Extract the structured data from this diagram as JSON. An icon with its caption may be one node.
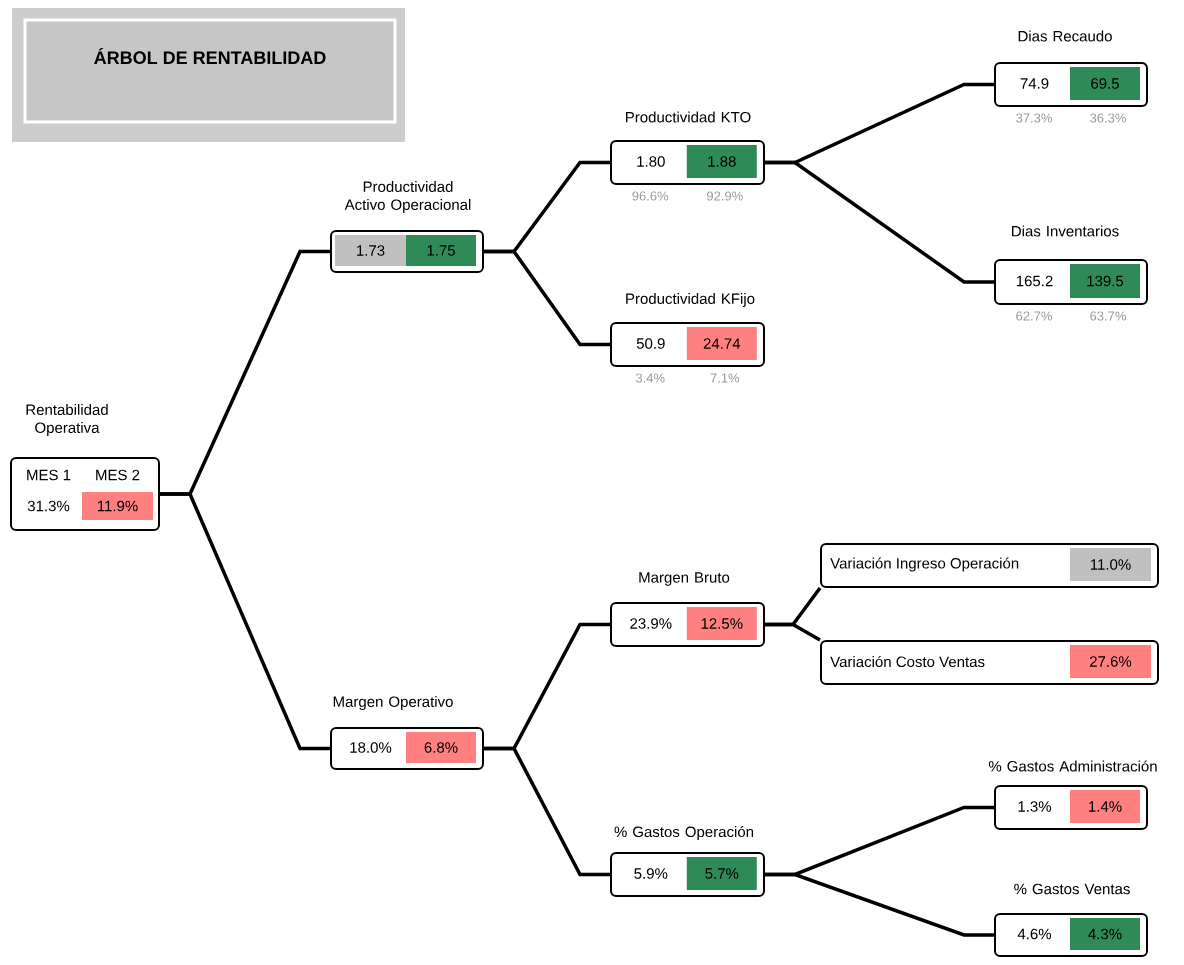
{
  "diagram": {
    "title": "ÁRBOL DE RENTABILIDAD",
    "nodes": [
      {
        "text": [
          "Rentabilidad Operativa",
          "MES 1",
          "MES 2",
          "31.3%",
          "11.9%"
        ]
      },
      {
        "text": [
          "Productividad Activo Operacional",
          "1.73",
          "1.75"
        ]
      },
      {
        "text": [
          "Margen Operativo",
          "18.0%",
          "6.8%"
        ]
      },
      {
        "text": [
          "Productividad KTO",
          "1.80",
          "1.88"
        ],
        "beside": [
          "96.6%",
          "92.9%"
        ]
      },
      {
        "text": [
          "Productividad KFijo",
          "50.9",
          "24.74"
        ],
        "beside": [
          "3.4%",
          "7.1%"
        ]
      },
      {
        "text": [
          "Margen Bruto",
          "23.9%",
          "12.5%"
        ]
      },
      {
        "text": [
          "% Gastos Operación",
          "5.9%",
          "5.7%"
        ]
      },
      {
        "text": [
          "Dias Recaudo",
          "74.9",
          "69.5"
        ],
        "beside": [
          "37.3%",
          "36.3%"
        ]
      },
      {
        "text": [
          "Dias Inventarios",
          "165.2",
          "139.5"
        ],
        "beside": [
          "62.7%",
          "63.7%"
        ]
      },
      {
        "text": [
          "Variación Ingreso Operación",
          "11.0%"
        ]
      },
      {
        "text": [
          "Variación Costo Ventas",
          "27.6%"
        ]
      },
      {
        "text": [
          "% Gastos Administración",
          "1.3%",
          "1.4%"
        ]
      },
      {
        "text": [
          "% Gastos Ventas",
          "4.6%",
          "4.3%"
        ]
      }
    ],
    "edges": [
      {
        "from": 0,
        "to": 1,
        "arrow": "none"
      },
      {
        "from": 0,
        "to": 2,
        "arrow": "none"
      },
      {
        "from": 1,
        "to": 3,
        "arrow": "none"
      },
      {
        "from": 1,
        "to": 4,
        "arrow": "none"
      },
      {
        "from": 2,
        "to": 5,
        "arrow": "none"
      },
      {
        "from": 2,
        "to": 6,
        "arrow": "none"
      },
      {
        "from": 3,
        "to": 7,
        "arrow": "none"
      },
      {
        "from": 3,
        "to": 8,
        "arrow": "none"
      },
      {
        "from": 5,
        "to": 9,
        "arrow": "none"
      },
      {
        "from": 5,
        "to": 10,
        "arrow": "none"
      },
      {
        "from": 6,
        "to": 11,
        "arrow": "none"
      },
      {
        "from": 6,
        "to": 12,
        "arrow": "none"
      }
    ]
  }
}
